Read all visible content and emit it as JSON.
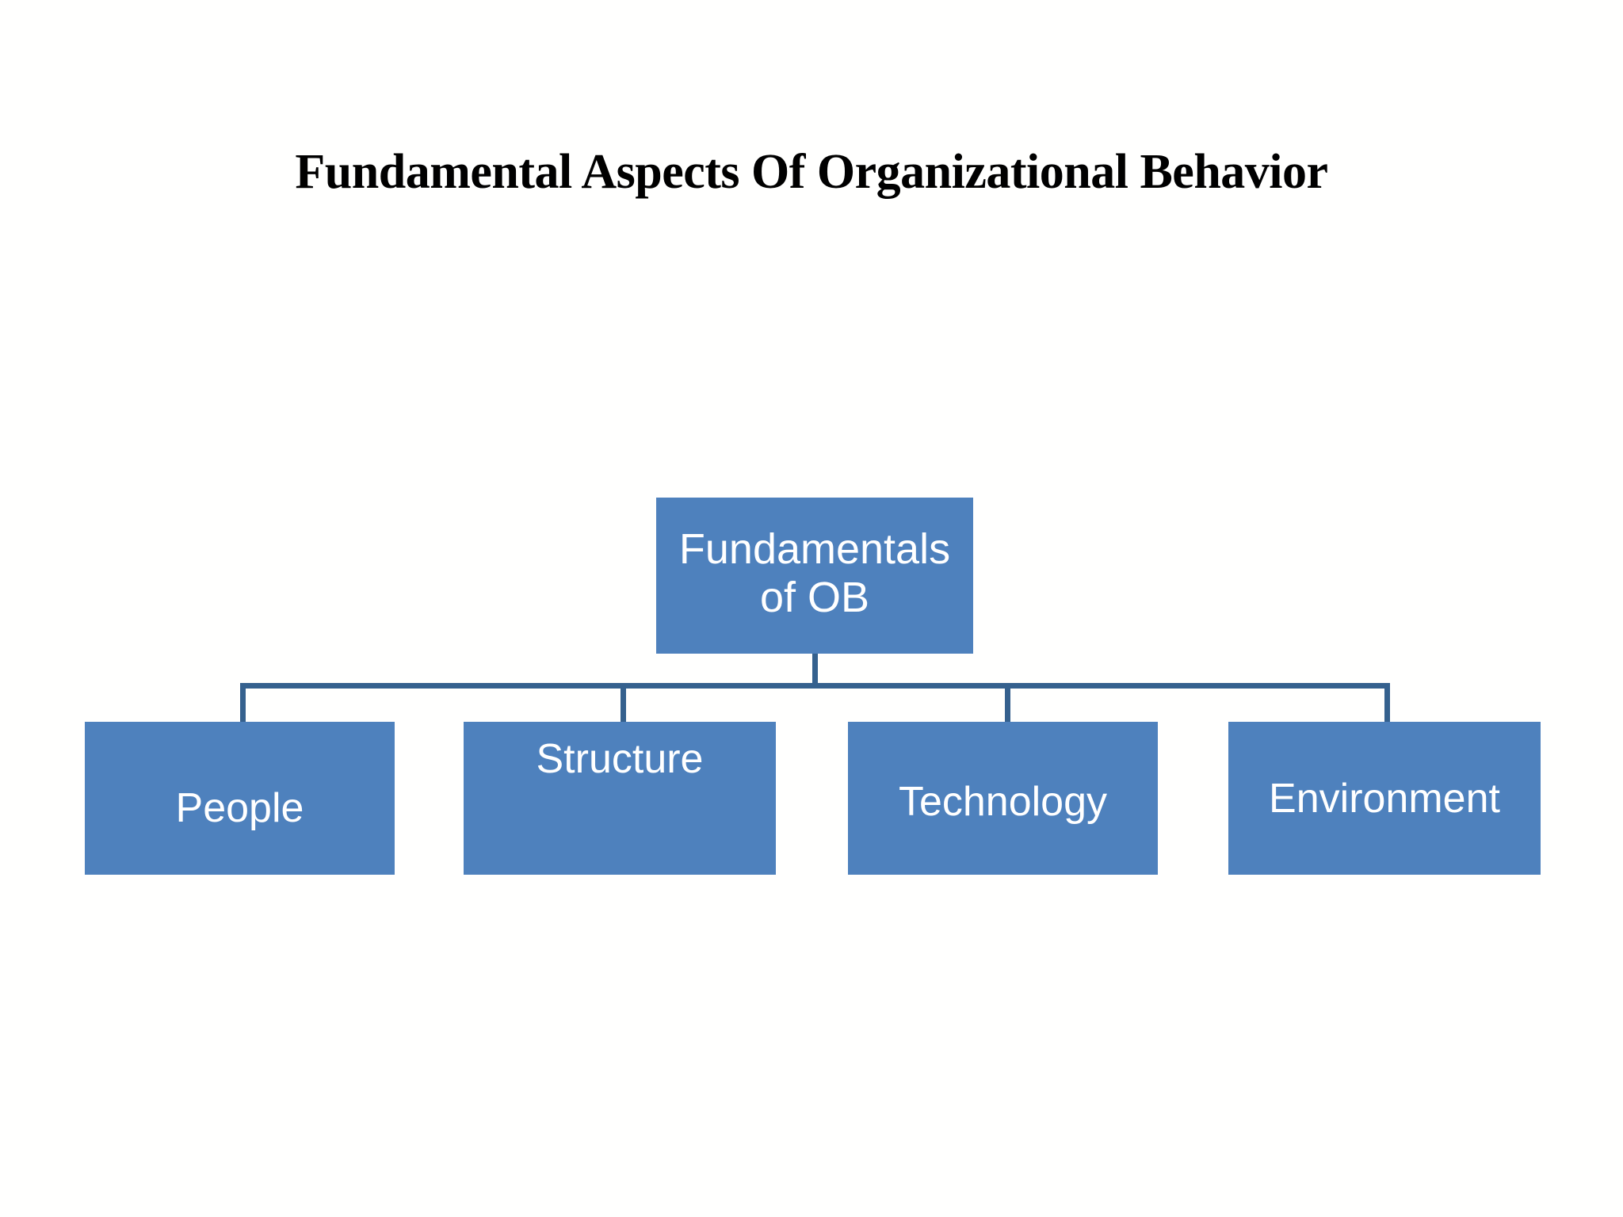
{
  "slide": {
    "title": "Fundamental Aspects Of Organizational Behavior",
    "background_color": "#FFFFFE",
    "title_color": "#000000"
  },
  "theme": {
    "node_fill": "#4E81BD",
    "node_text_color": "#FFFFFF",
    "connector_color": "#35618E"
  },
  "diagram": {
    "type": "org-chart",
    "root": {
      "label": "Fundamentals\nof OB"
    },
    "children": [
      {
        "label": "People"
      },
      {
        "label": "Structure"
      },
      {
        "label": "Technology"
      },
      {
        "label": "Environment"
      }
    ]
  }
}
